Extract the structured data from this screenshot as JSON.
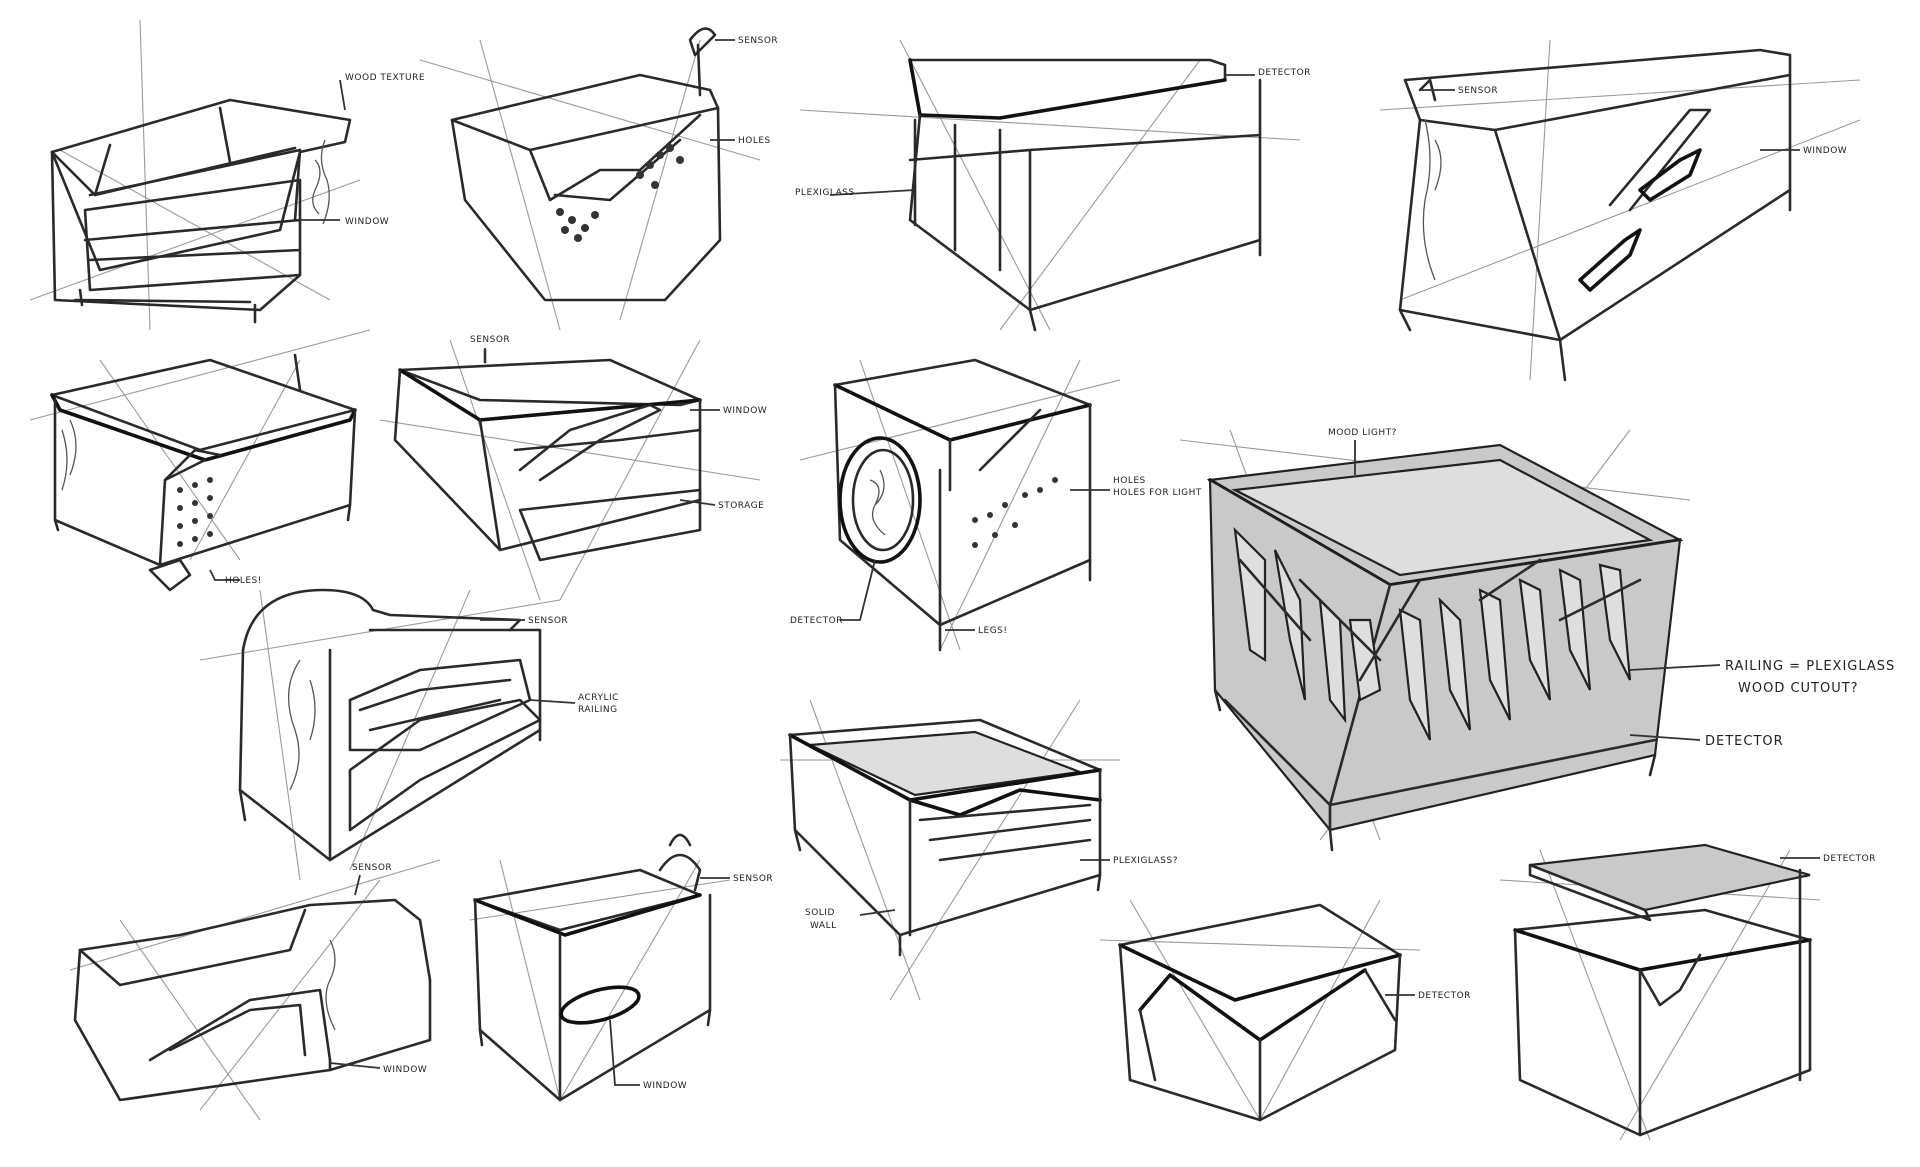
{
  "annotations": {
    "wood_texture": "WOOD TEXTURE",
    "window": "WINDOW",
    "sensor": "SENSOR",
    "holes": "HOLES",
    "detector": "DETECTOR",
    "plexiglass": "PLEXIGLASS",
    "holes_colon": "HOLES!",
    "storage": "STORAGE",
    "holes_for_light": "HOLES FOR LIGHT",
    "legs": "LEGS!",
    "mood_light": "MOOD LIGHT?",
    "railing": "RAILING = PLEXIGLASS",
    "wood_cutout": "WOOD CUTOUT?",
    "acrylic": "ACRYLIC",
    "railing_short": "RAILING",
    "plexiglass_q": "PLEXIGLASS?",
    "solid": "SOLID",
    "wall": "WALL"
  }
}
